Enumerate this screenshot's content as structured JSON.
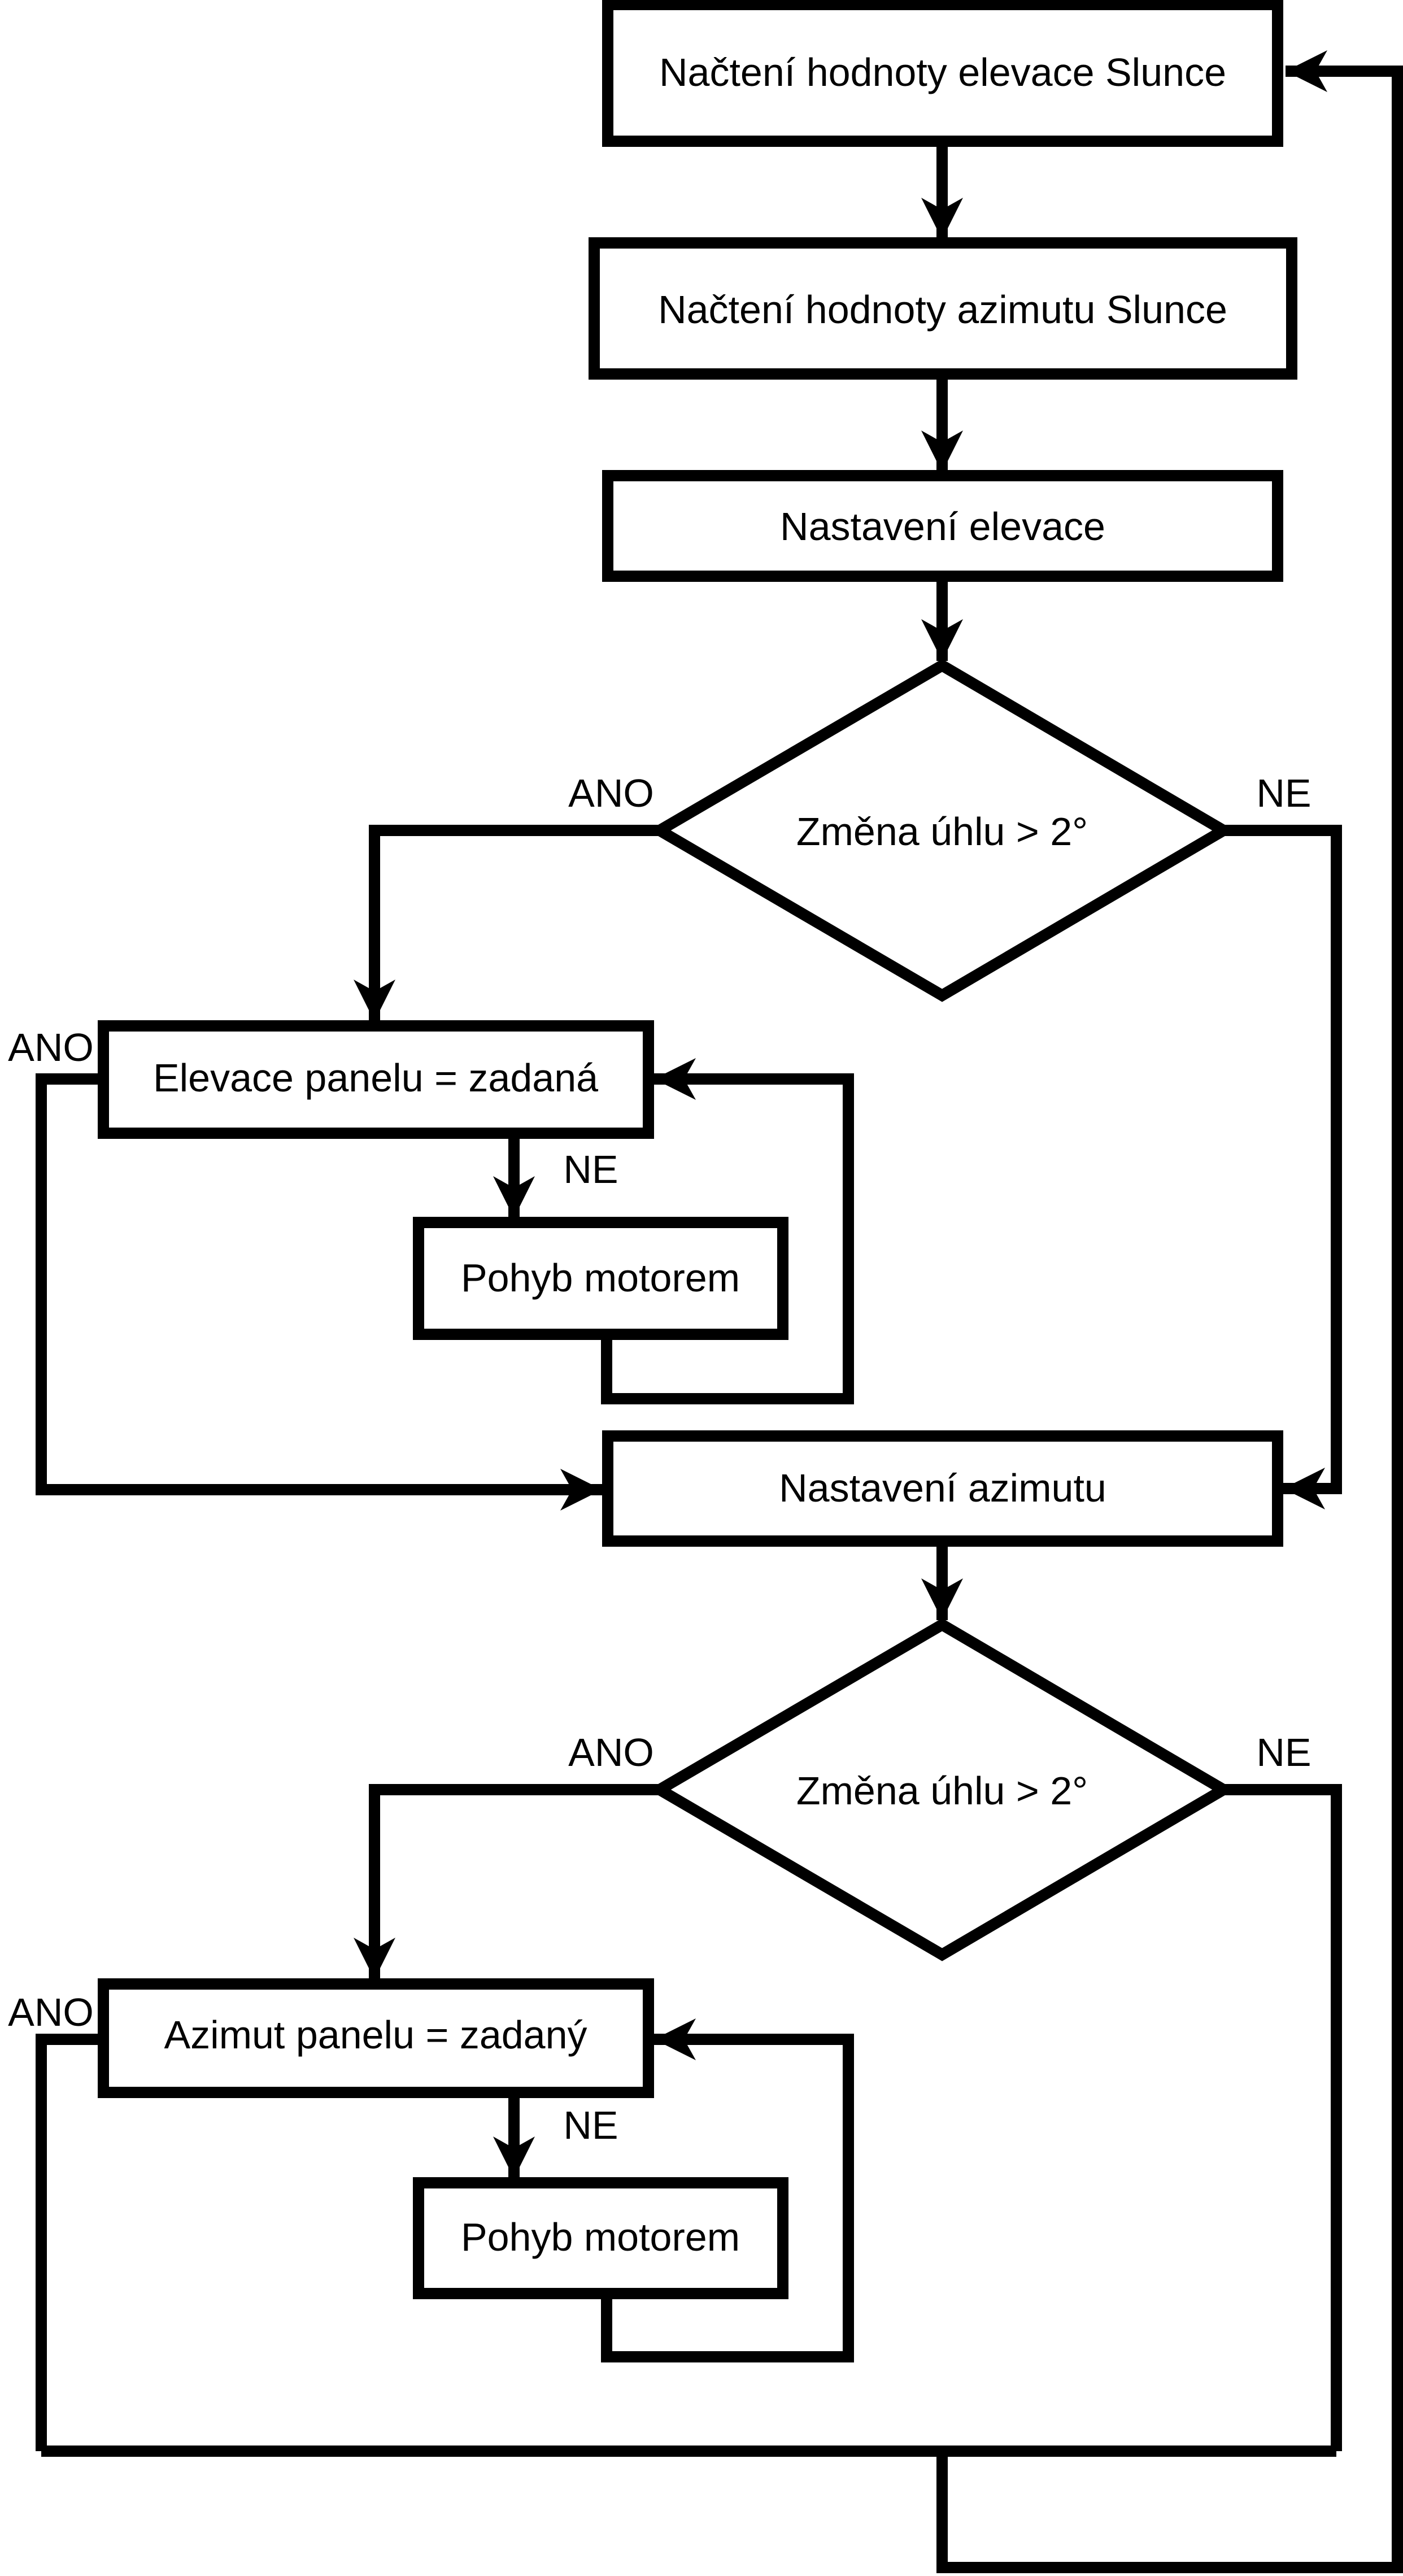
{
  "flowchart": {
    "background_color": "#ffffff",
    "line_color": "#000000",
    "text_color": "#000000",
    "nodes": {
      "load_elevation": {
        "type": "process",
        "label": "Načtení hodnoty elevace Slunce"
      },
      "load_azimuth": {
        "type": "process",
        "label": "Načtení hodnoty azimutu Slunce"
      },
      "set_elevation": {
        "type": "process",
        "label": "Nastavení elevace"
      },
      "elevation_change_check": {
        "type": "decision",
        "label": "Změna úhlu > 2°"
      },
      "elevation_reached": {
        "type": "process",
        "label": "Elevace panelu = zadaná"
      },
      "elevation_motor_move": {
        "type": "process",
        "label": "Pohyb motorem"
      },
      "set_azimuth": {
        "type": "process",
        "label": "Nastavení azimutu"
      },
      "azimuth_change_check": {
        "type": "decision",
        "label": "Změna úhlu > 2°"
      },
      "azimuth_reached": {
        "type": "process",
        "label": "Azimut panelu = zadaný"
      },
      "azimuth_motor_move": {
        "type": "process",
        "label": "Pohyb motorem"
      }
    },
    "edge_labels": {
      "elevation_check_yes": "ANO",
      "elevation_check_no": "NE",
      "elevation_reached_yes": "ANO",
      "elevation_reached_no": "NE",
      "azimuth_check_yes": "ANO",
      "azimuth_check_no": "NE",
      "azimuth_reached_yes": "ANO",
      "azimuth_reached_no": "NE"
    }
  }
}
